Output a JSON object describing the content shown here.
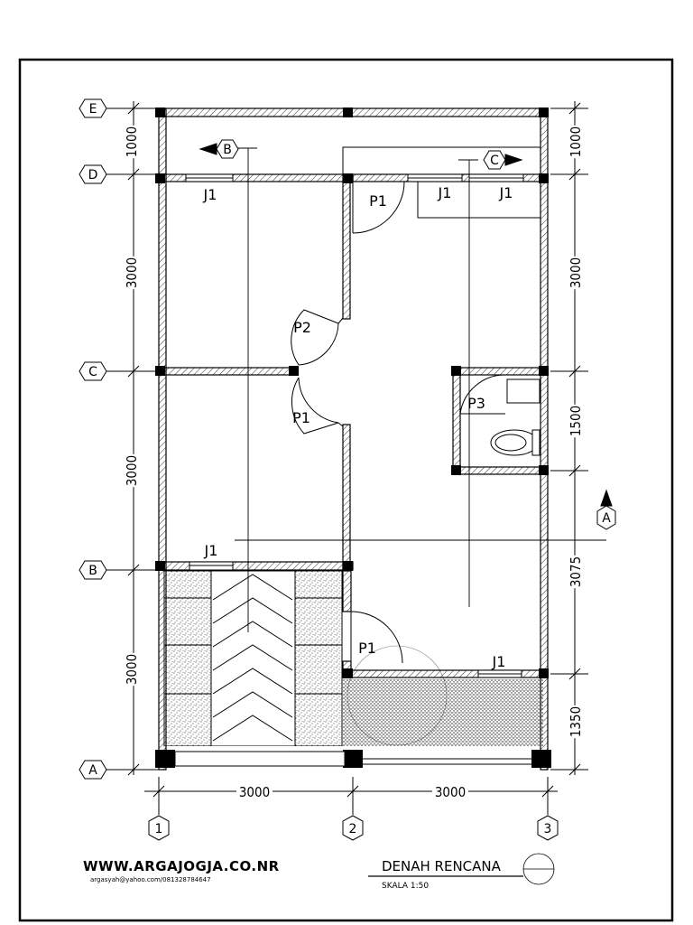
{
  "grid": {
    "rows_left": [
      "E",
      "D",
      "C",
      "B",
      "A"
    ],
    "cols": [
      "1",
      "2",
      "3"
    ],
    "section_markers": [
      "B",
      "C",
      "A"
    ]
  },
  "dimensions": {
    "left": [
      "1000",
      "3000",
      "3000",
      "3000"
    ],
    "right": [
      "1000",
      "3000",
      "1500",
      "3075",
      "1350"
    ],
    "bottom": [
      "3000",
      "3000"
    ]
  },
  "labels": {
    "j1_top_left": "J1",
    "j1_top_mid": "J1",
    "j1_top_right": "J1",
    "j1_mid_left": "J1",
    "j1_bottom_right": "J1",
    "p1_top": "P1",
    "p2": "P2",
    "p1_mid": "P1",
    "p3": "P3",
    "p1_bottom": "P1"
  },
  "footer": {
    "website": "WWW.ARGAJOGJA.CO.NR",
    "contact": "argasyah@yahoo.com/081328784647",
    "title": "DENAH RENCANA",
    "scale": "SKALA 1:50"
  }
}
